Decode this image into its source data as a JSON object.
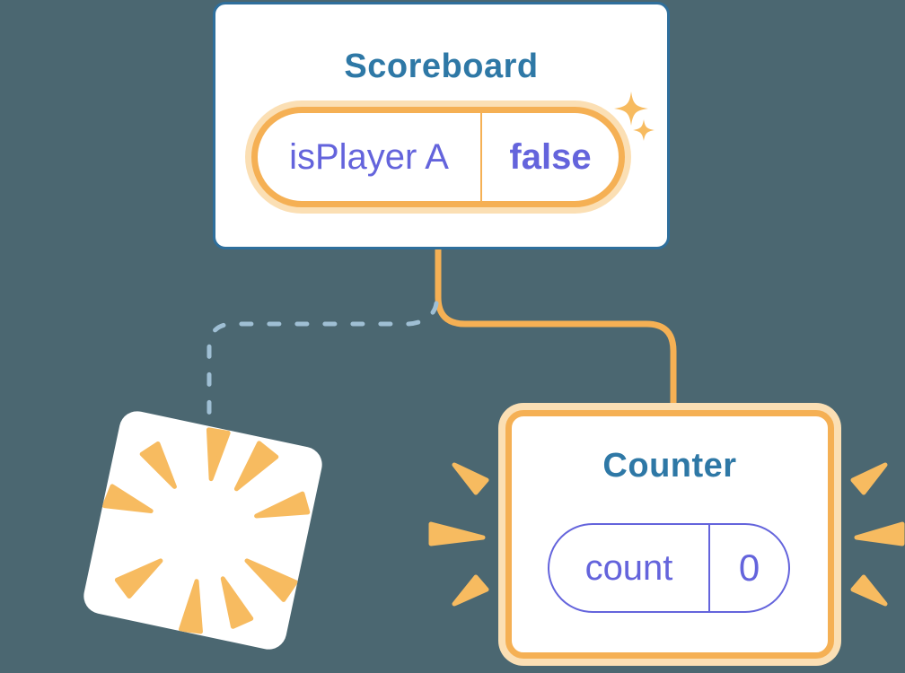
{
  "scoreboard": {
    "title": "Scoreboard",
    "state_name": "isPlayer A",
    "state_value": "false"
  },
  "counter": {
    "title": "Counter",
    "state_name": "count",
    "state_value": "0"
  },
  "colors": {
    "bg": "#4B6771",
    "card-bg": "#FFFFFF",
    "card-border": "#2F6F9C",
    "title": "#2E78A6",
    "purple": "#6464DC",
    "orange": "#F5B054",
    "orange-halo": "#FBDFB4",
    "orange-ray": "#F7BB60",
    "dash": "#9FBFD4"
  },
  "icons": {
    "sparkle": "four-point-star",
    "burst": "emphasis-wedge",
    "explosion": "ray-burst"
  }
}
